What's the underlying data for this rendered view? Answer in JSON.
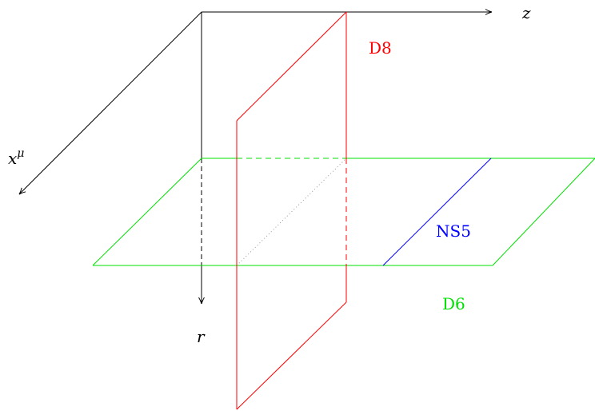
{
  "labels": {
    "z_axis": "z",
    "x_axis": "x",
    "x_axis_superscript": "μ",
    "r_axis": "r",
    "d8": "D8",
    "d6": "D6",
    "ns5": "NS5"
  },
  "colors": {
    "axis": "#000000",
    "d8": "#ff0000",
    "d6": "#00e000",
    "ns5": "#0000ff",
    "hidden_diagonal": "#999999"
  }
}
